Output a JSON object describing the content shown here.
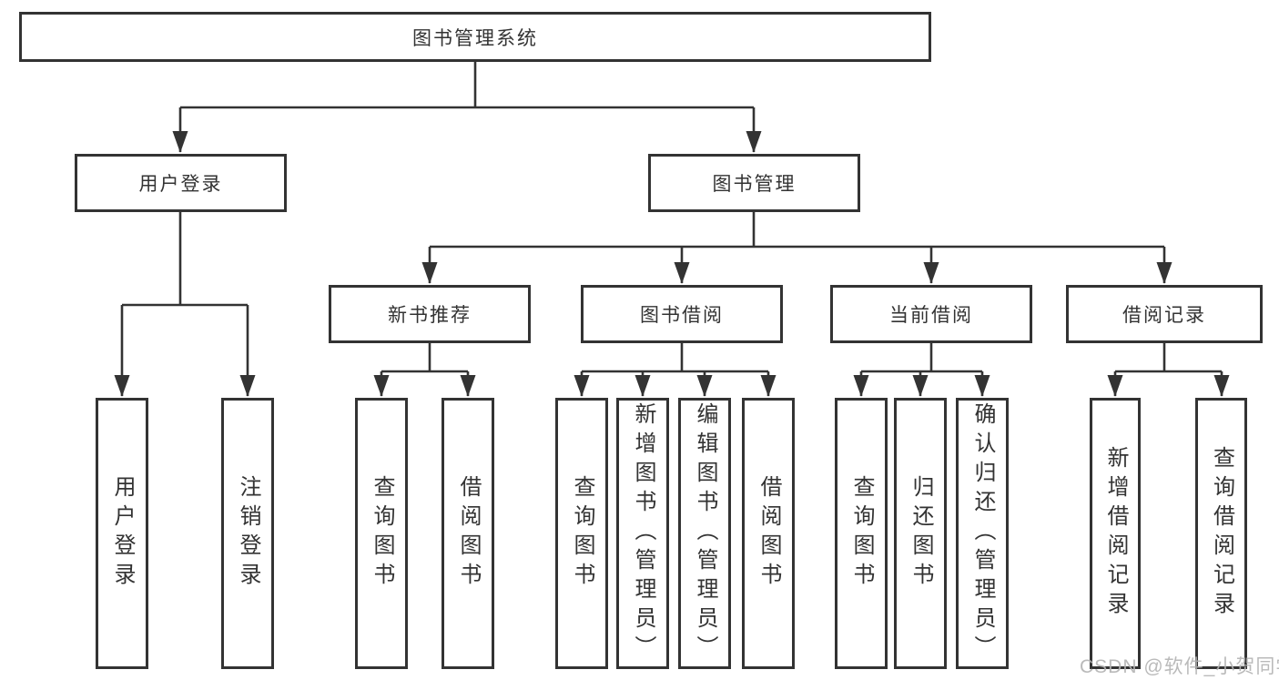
{
  "diagram_type": "hierarchy-tree",
  "tree": {
    "label": "图书管理系统",
    "children": [
      {
        "label": "用户登录",
        "children": [
          {
            "label": "用户登录"
          },
          {
            "label": "注销登录"
          }
        ]
      },
      {
        "label": "图书管理",
        "children": [
          {
            "label": "新书推荐",
            "children": [
              {
                "label": "查询图书"
              },
              {
                "label": "借阅图书"
              }
            ]
          },
          {
            "label": "图书借阅",
            "children": [
              {
                "label": "查询图书"
              },
              {
                "label": "新增图书（管理员）"
              },
              {
                "label": "编辑图书（管理员）"
              },
              {
                "label": "借阅图书"
              }
            ]
          },
          {
            "label": "当前借阅",
            "children": [
              {
                "label": "查询图书"
              },
              {
                "label": "归还图书"
              },
              {
                "label": "确认归还（管理员）"
              }
            ]
          },
          {
            "label": "借阅记录",
            "children": [
              {
                "label": "新增借阅记录"
              },
              {
                "label": "查询借阅记录"
              }
            ]
          }
        ]
      }
    ]
  },
  "watermark": "CSDN @软件_小贺同学",
  "colors": {
    "border": "#333333",
    "text": "#333333",
    "watermark": "#b3b3b3",
    "background": "#ffffff"
  }
}
